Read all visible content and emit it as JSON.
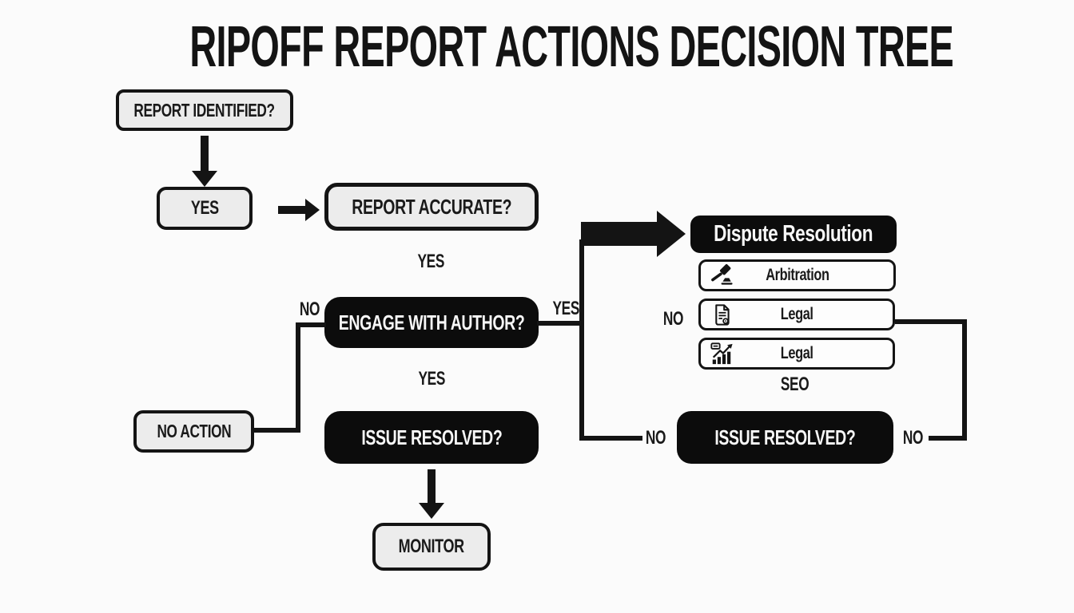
{
  "title": "RIPOFF REPORT ACTIONS DECISION TREE",
  "colors": {
    "background": "#fbfbfb",
    "node_light_fill": "#ececec",
    "node_dark_fill": "#0c0c0c",
    "node_white_fill": "#fdfdfd",
    "line_and_border": "#141414",
    "text_dark": "#1a1a1a",
    "text_light": "#f7f7f7"
  },
  "nodes": {
    "report_identified": "REPORT IDENTIFIED?",
    "yes_node": "YES",
    "report_accurate": "REPORT ACCURATE?",
    "engage_author": "ENGAGE WITH AUTHOR?",
    "issue_resolved_left": "ISSUE RESOLVED?",
    "monitor": "MONITOR",
    "no_action": "NO ACTION",
    "dispute_resolution": "Dispute Resolution",
    "arbitration": "Arbitration",
    "legal_document": "Legal",
    "legal_seo": "Legal",
    "issue_resolved_right": "ISSUE RESOLVED?"
  },
  "edge_labels": {
    "accurate_yes": "YES",
    "engage_no": "NO",
    "engage_yes": "YES",
    "engage_down_yes": "YES",
    "dispute_no": "NO",
    "seo": "SEO",
    "resolved_right_no_left": "NO",
    "resolved_right_no_right": "NO"
  },
  "icons": {
    "arbitration": "gavel-icon",
    "legal_document": "legal-document-icon",
    "legal_seo": "seo-chart-icon"
  }
}
